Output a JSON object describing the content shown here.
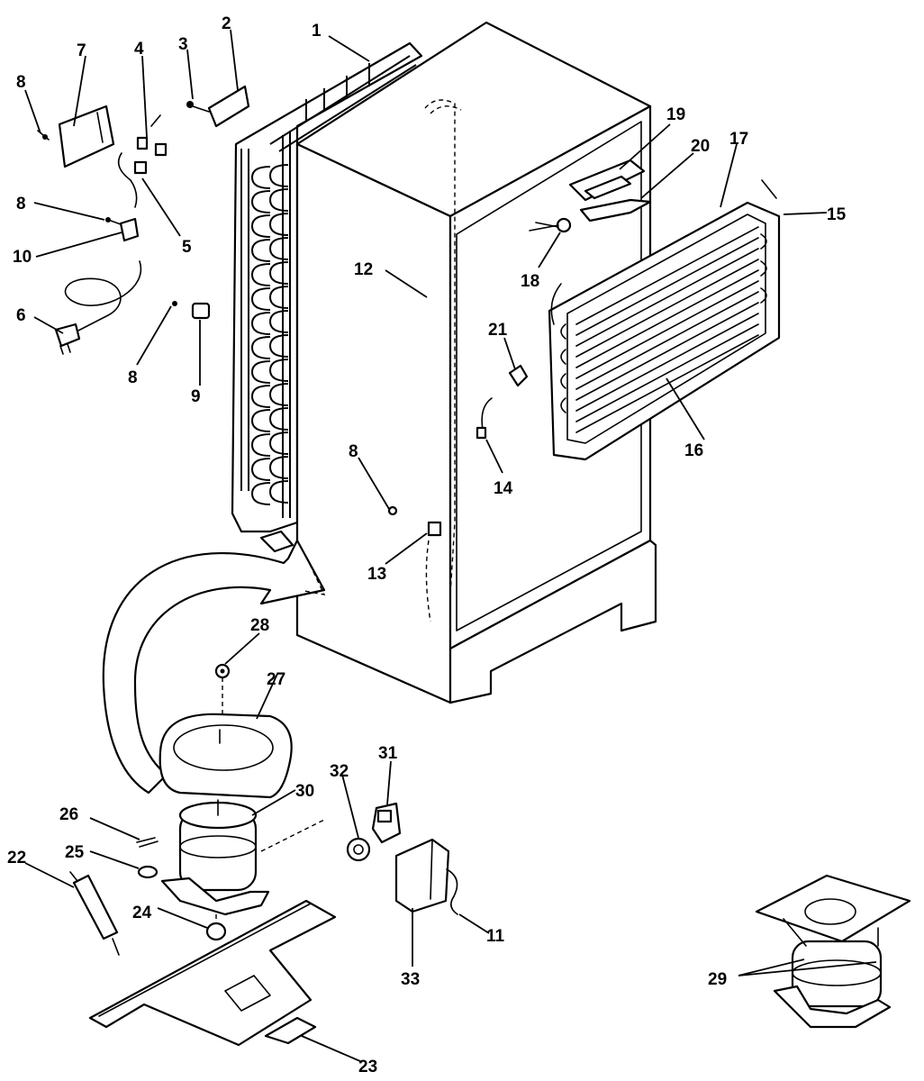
{
  "callouts": [
    {
      "id": "1",
      "text": "1"
    },
    {
      "id": "2",
      "text": "2"
    },
    {
      "id": "3",
      "text": "3"
    },
    {
      "id": "4",
      "text": "4"
    },
    {
      "id": "5",
      "text": "5"
    },
    {
      "id": "6",
      "text": "6"
    },
    {
      "id": "7",
      "text": "7"
    },
    {
      "id": "8a",
      "text": "8"
    },
    {
      "id": "8b",
      "text": "8"
    },
    {
      "id": "8c",
      "text": "8"
    },
    {
      "id": "8d",
      "text": "8"
    },
    {
      "id": "9",
      "text": "9"
    },
    {
      "id": "10",
      "text": "10"
    },
    {
      "id": "11",
      "text": "11"
    },
    {
      "id": "12",
      "text": "12"
    },
    {
      "id": "13",
      "text": "13"
    },
    {
      "id": "14",
      "text": "14"
    },
    {
      "id": "15",
      "text": "15"
    },
    {
      "id": "16",
      "text": "16"
    },
    {
      "id": "17",
      "text": "17"
    },
    {
      "id": "18",
      "text": "18"
    },
    {
      "id": "19",
      "text": "19"
    },
    {
      "id": "20",
      "text": "20"
    },
    {
      "id": "21",
      "text": "21"
    },
    {
      "id": "22",
      "text": "22"
    },
    {
      "id": "23",
      "text": "23"
    },
    {
      "id": "24",
      "text": "24"
    },
    {
      "id": "25",
      "text": "25"
    },
    {
      "id": "26",
      "text": "26"
    },
    {
      "id": "27",
      "text": "27"
    },
    {
      "id": "28",
      "text": "28"
    },
    {
      "id": "29",
      "text": "29"
    },
    {
      "id": "30",
      "text": "30"
    },
    {
      "id": "31",
      "text": "31"
    },
    {
      "id": "32",
      "text": "32"
    },
    {
      "id": "33",
      "text": "33"
    }
  ]
}
